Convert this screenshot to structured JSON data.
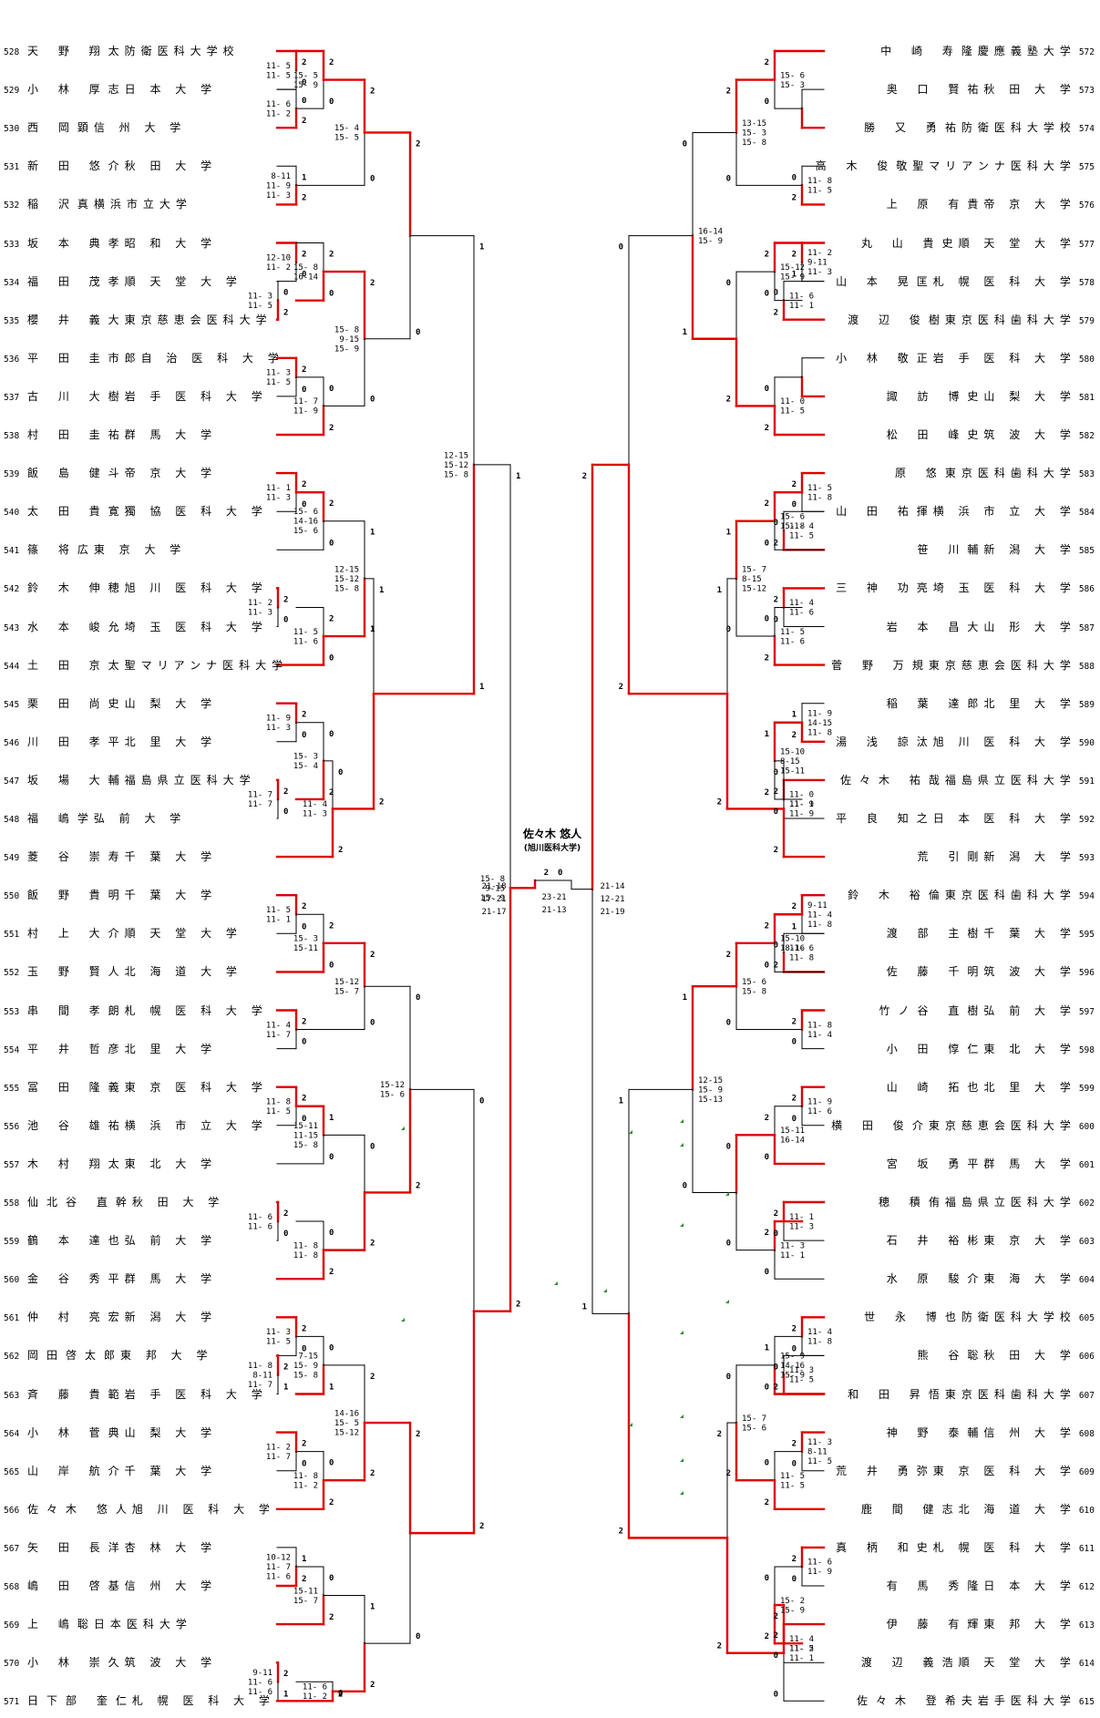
{
  "left_players": [
    {
      "no": "528",
      "name": "天 野 翔",
      "univ": "太防衛医科大学校"
    },
    {
      "no": "529",
      "name": "小 林 厚",
      "univ": "志日 本 大 学"
    },
    {
      "no": "530",
      "name": "西 岡",
      "univ": "顕信 州 大 学"
    },
    {
      "no": "531",
      "name": "新 田 悠",
      "univ": "介秋 田 大 学"
    },
    {
      "no": "532",
      "name": "稲 沢",
      "univ": "真横浜市立大学"
    },
    {
      "no": "533",
      "name": "坂 本 典",
      "univ": "孝昭 和 大 学"
    },
    {
      "no": "534",
      "name": "福 田 茂",
      "univ": "孝順 天 堂 大 学"
    },
    {
      "no": "535",
      "name": "櫻 井 義",
      "univ": "大東京慈恵会医科大学"
    },
    {
      "no": "536",
      "name": "平 田 圭",
      "univ": "市郎自 治 医 科 大 学"
    },
    {
      "no": "537",
      "name": "古 川 大",
      "univ": "樹岩 手 医 科 大 学"
    },
    {
      "no": "538",
      "name": "村 田 圭",
      "univ": "祐群 馬 大 学"
    },
    {
      "no": "539",
      "name": "飯 島 健",
      "univ": "斗帝 京 大 学"
    },
    {
      "no": "540",
      "name": "太 田 貴",
      "univ": "寛獨 協 医 科 大 学"
    },
    {
      "no": "541",
      "name": "篠 将",
      "univ": "広東 京 大 学"
    },
    {
      "no": "542",
      "name": "鈴 木 伸",
      "univ": "穂旭 川 医 科 大 学"
    },
    {
      "no": "543",
      "name": "水 本 峻",
      "univ": "允埼 玉 医 科 大 学"
    },
    {
      "no": "544",
      "name": "土 田 京",
      "univ": "太聖マリアンナ医科大学"
    },
    {
      "no": "545",
      "name": "栗 田 尚",
      "univ": "史山 梨 大 学"
    },
    {
      "no": "546",
      "name": "川 田 孝",
      "univ": "平北 里 大 学"
    },
    {
      "no": "547",
      "name": "坂 場 大",
      "univ": "輔福島県立医科大学"
    },
    {
      "no": "548",
      "name": "福 嶋",
      "univ": "学弘 前 大 学"
    },
    {
      "no": "549",
      "name": "菱 谷 崇",
      "univ": "寿千 葉 大 学"
    },
    {
      "no": "550",
      "name": "飯 野 貴",
      "univ": "明千 葉 大 学"
    },
    {
      "no": "551",
      "name": "村 上 大",
      "univ": "介順 天 堂 大 学"
    },
    {
      "no": "552",
      "name": "玉 野 賢",
      "univ": "人北 海 道 大 学"
    },
    {
      "no": "553",
      "name": "串 間 孝",
      "univ": "朗札 幌 医 科 大 学"
    },
    {
      "no": "554",
      "name": "平 井 哲",
      "univ": "彦北 里 大 学"
    },
    {
      "no": "555",
      "name": "冨 田 隆",
      "univ": "義東 京 医 科 大 学"
    },
    {
      "no": "556",
      "name": "池 谷 雄",
      "univ": "祐横 浜 市 立 大 学"
    },
    {
      "no": "557",
      "name": "木 村 翔",
      "univ": "太東 北 大 学"
    },
    {
      "no": "558",
      "name": "仙北谷 直",
      "univ": "幹秋 田 大 学"
    },
    {
      "no": "559",
      "name": "鶴 本 達",
      "univ": "也弘 前 大 学"
    },
    {
      "no": "560",
      "name": "金 谷 秀",
      "univ": "平群 馬 大 学"
    },
    {
      "no": "561",
      "name": "仲 村 亮",
      "univ": "宏新 潟 大 学"
    },
    {
      "no": "562",
      "name": "岡田啓太",
      "univ": "郎東 邦 大 学"
    },
    {
      "no": "563",
      "name": "斉 藤 貴",
      "univ": "範岩 手 医 科 大 学"
    },
    {
      "no": "564",
      "name": "小 林 菅",
      "univ": "典山 梨 大 学"
    },
    {
      "no": "565",
      "name": "山 岸 航",
      "univ": "介千 葉 大 学"
    },
    {
      "no": "566",
      "name": "佐々木 悠",
      "univ": "人旭 川 医 科 大 学"
    },
    {
      "no": "567",
      "name": "矢 田 長",
      "univ": "洋杏 林 大 学"
    },
    {
      "no": "568",
      "name": "嶋 田 啓",
      "univ": "基信 州 大 学"
    },
    {
      "no": "569",
      "name": "上 嶋",
      "univ": "聡日本医科大学"
    },
    {
      "no": "570",
      "name": "小 林 崇",
      "univ": "久筑 波 大 学"
    },
    {
      "no": "571",
      "name": "日下部 奎",
      "univ": "仁札 幌 医 科 大 学"
    }
  ],
  "right_players": [
    {
      "no": "572",
      "name": "中 崎 寿",
      "univ": "隆慶應義塾大学"
    },
    {
      "no": "573",
      "name": "奥 口 賢",
      "univ": "祐秋 田 大 学"
    },
    {
      "no": "574",
      "name": "勝 又 勇",
      "univ": "祐防衛医科大学校"
    },
    {
      "no": "575",
      "name": "高 木 俊",
      "univ": "敬聖マリアンナ医科大学"
    },
    {
      "no": "576",
      "name": "上 原 有",
      "univ": "貴帝 京 大 学"
    },
    {
      "no": "577",
      "name": "丸 山 貴",
      "univ": "史順 天 堂 大 学"
    },
    {
      "no": "578",
      "name": "山 本 晃",
      "univ": "匡札 幌 医 科 大 学"
    },
    {
      "no": "579",
      "name": "渡 辺 俊",
      "univ": "樹東京医科歯科大学"
    },
    {
      "no": "580",
      "name": "小 林 敬",
      "univ": "正岩 手 医 科 大 学"
    },
    {
      "no": "581",
      "name": "諏 訪 博",
      "univ": "史山 梨 大 学"
    },
    {
      "no": "582",
      "name": "松 田 峰",
      "univ": "史筑 波 大 学"
    },
    {
      "no": "583",
      "name": "原 悠",
      "univ": "東京医科歯科大学"
    },
    {
      "no": "584",
      "name": "山 田 祐",
      "univ": "揮横 浜 市 立 大 学"
    },
    {
      "no": "585",
      "name": "笹 川",
      "univ": "輔新 潟 大 学"
    },
    {
      "no": "586",
      "name": "三 神 功",
      "univ": "亮埼 玉 医 科 大 学"
    },
    {
      "no": "587",
      "name": "岩 本 昌",
      "univ": "大山 形 大 学"
    },
    {
      "no": "588",
      "name": "菅 野 万",
      "univ": "規東京慈恵会医科大学"
    },
    {
      "no": "589",
      "name": "稲 葉 達",
      "univ": "郎北 里 大 学"
    },
    {
      "no": "590",
      "name": "湯 浅 諒",
      "univ": "汰旭 川 医 科 大 学"
    },
    {
      "no": "591",
      "name": "佐々木 祐",
      "univ": "哉福島県立医科大学"
    },
    {
      "no": "592",
      "name": "平 良 知",
      "univ": "之日 本 医 科 大 学"
    },
    {
      "no": "593",
      "name": "荒 引",
      "univ": "剛新 潟 大 学"
    },
    {
      "no": "594",
      "name": "鈴 木 裕",
      "univ": "倫東京医科歯科大学"
    },
    {
      "no": "595",
      "name": "渡 部 主",
      "univ": "樹千 葉 大 学"
    },
    {
      "no": "596",
      "name": "佐 藤 千",
      "univ": "明筑 波 大 学"
    },
    {
      "no": "597",
      "name": "竹ノ谷 直",
      "univ": "樹弘 前 大 学"
    },
    {
      "no": "598",
      "name": "小 田 惇",
      "univ": "仁東 北 大 学"
    },
    {
      "no": "599",
      "name": "山 崎 拓",
      "univ": "也北 里 大 学"
    },
    {
      "no": "600",
      "name": "横 田 俊",
      "univ": "介東京慈恵会医科大学"
    },
    {
      "no": "601",
      "name": "宮 坂 勇",
      "univ": "平群 馬 大 学"
    },
    {
      "no": "602",
      "name": "穂 積",
      "univ": "侑福島県立医科大学"
    },
    {
      "no": "603",
      "name": "石 井 裕",
      "univ": "彬東 京 大 学"
    },
    {
      "no": "604",
      "name": "水 原 駿",
      "univ": "介東 海 大 学"
    },
    {
      "no": "605",
      "name": "世 永 博",
      "univ": "也防衛医科大学校"
    },
    {
      "no": "606",
      "name": "熊 谷",
      "univ": "聡秋 田 大 学"
    },
    {
      "no": "607",
      "name": "和 田 昇",
      "univ": "悟東京医科歯科大学"
    },
    {
      "no": "608",
      "name": "神 野 泰",
      "univ": "輔信 州 大 学"
    },
    {
      "no": "609",
      "name": "荒 井 勇",
      "univ": "弥東 京 医 科 大 学"
    },
    {
      "no": "610",
      "name": "鹿 間 健",
      "univ": "志北 海 道 大 学"
    },
    {
      "no": "611",
      "name": "真 柄 和",
      "univ": "史札 幌 医 科 大 学"
    },
    {
      "no": "612",
      "name": "有 馬 秀",
      "univ": "隆日 本 大 学"
    },
    {
      "no": "613",
      "name": "伊 藤 有",
      "univ": "輝東 邦 大 学"
    },
    {
      "no": "614",
      "name": "渡 辺 義",
      "univ": "浩順 天 堂 大 学"
    },
    {
      "no": "615",
      "name": "佐々木 登",
      "univ": "希夫岩手医科大学"
    }
  ],
  "champion": {
    "name": "佐々木 悠人",
    "university": "(旭川医科大学)"
  },
  "final": {
    "left_scores": [
      "21-18",
      "17-21",
      "21-17"
    ],
    "right_scores": [
      "21-14",
      "12-21",
      "21-19"
    ],
    "left_sets": "2",
    "right_sets": "0",
    "center_scores": [
      "23-21",
      "21-13"
    ]
  },
  "match_labels": {
    "L1": [
      "11- 5",
      "11- 5"
    ],
    "L2": [
      "11- 6",
      "11- 2"
    ],
    "L3": [
      "15- 5",
      "15- 9"
    ],
    "L4": [
      "8-11",
      "11- 9",
      "11- 3"
    ],
    "L5": [
      "15- 4",
      "15- 5"
    ],
    "L6": [
      "12-10",
      "11- 2"
    ],
    "L7": [
      "11- 3",
      "11- 5"
    ],
    "L8": [
      "15- 8",
      "16-14"
    ],
    "L9": [
      "11- 3",
      "11- 5"
    ],
    "L10": [
      "11- 7",
      "11- 9"
    ],
    "L11": [
      "15- 8",
      "9-15",
      "15- 9"
    ],
    "L12": [
      "11- 1",
      "11- 3"
    ],
    "L13": [
      "15- 6",
      "14-16",
      "15- 6"
    ],
    "L14": [
      "11- 2",
      "11- 3"
    ],
    "L15": [
      "11- 5",
      "11- 6"
    ],
    "L16": [
      "12-15",
      "15-12",
      "15- 8"
    ],
    "L17": [
      "11- 9",
      "11- 3"
    ],
    "L18": [
      "15- 3",
      "15- 4"
    ],
    "L19": [
      "11- 7",
      "11- 7"
    ],
    "L20": [
      "11- 4",
      "11- 3"
    ],
    "L21": [
      "11- 5",
      "11- 1"
    ],
    "L22": [
      "15- 3",
      "15-11"
    ],
    "L23": [
      "11- 4",
      "11- 7"
    ],
    "L24": [
      "15-12",
      "15- 7"
    ],
    "L25": [
      "11- 8",
      "11- 5"
    ],
    "L26": [
      "15-11",
      "11-15",
      "15- 8"
    ],
    "L27": [
      "11- 6",
      "11- 6"
    ],
    "L28": [
      "11- 8",
      "11- 8"
    ],
    "L29": [
      "15-12",
      "15- 6"
    ],
    "L30": [
      "11- 3",
      "11- 5"
    ],
    "L31": [
      "11- 8",
      "8-11",
      "11- 7"
    ],
    "L32": [
      "7-15",
      "15- 9",
      "15- 8"
    ],
    "L33": [
      "11- 2",
      "11- 7"
    ],
    "L34": [
      "11- 8",
      "11- 2"
    ],
    "L35": [
      "14-16",
      "15- 5",
      "15-12"
    ],
    "L36": [
      "10-12",
      "11- 7",
      "11- 6"
    ],
    "L37": [
      "15-11",
      "15- 7"
    ],
    "L38": [
      "9-11",
      "11- 6",
      "11- 6"
    ],
    "L39": [
      "11- 6",
      "11- 2"
    ],
    "R1": [
      "15- 6",
      "15- 3"
    ],
    "R2": [
      "11- 8",
      "11- 5"
    ],
    "R3": [
      "13-15",
      "15- 3",
      "15- 8"
    ],
    "R4": [
      "11- 2",
      "9-11",
      "11- 3"
    ],
    "R5": [
      "11- 6",
      "11- 1"
    ],
    "R6": [
      "15-12",
      "15- 9"
    ],
    "R7": [
      "11- 0",
      "11- 5"
    ],
    "R8": [
      "16-14",
      "15- 9"
    ],
    "R9": [
      "11- 5",
      "11- 8"
    ],
    "R10": [
      "11- 4",
      "11- 5"
    ],
    "R11": [
      "15- 6",
      "15- 8"
    ],
    "R12": [
      "11- 4",
      "11- 6"
    ],
    "R13": [
      "11- 5",
      "11- 6"
    ],
    "R14": [
      "15- 7",
      "8-15",
      "15-12"
    ],
    "R15": [
      "11- 9",
      "14-15",
      "11- 8"
    ],
    "R16": [
      "15-10",
      "8-15",
      "15-11"
    ],
    "R17": [
      "11- 0",
      "11- 1"
    ],
    "R18": [
      "11- 9",
      "11- 9"
    ],
    "R19": [
      "9-11",
      "11- 4",
      "11- 8"
    ],
    "R20": [
      "11- 6",
      "11- 8"
    ],
    "R21": [
      "15-10",
      "18-16"
    ],
    "R22": [
      "11- 8",
      "11- 4"
    ],
    "R23": [
      "15- 6",
      "15- 8"
    ],
    "R24": [
      "11- 9",
      "11- 6"
    ],
    "R25": [
      "15-11",
      "16-14"
    ],
    "R26": [
      "11- 1",
      "11- 3"
    ],
    "R27": [
      "11- 3",
      "11- 1"
    ],
    "R28": [
      "12-15",
      "15- 9",
      "15-13"
    ],
    "R29": [
      "11- 4",
      "11- 8"
    ],
    "R30": [
      "11- 3",
      "11- 5"
    ],
    "R31": [
      "15- 9",
      "14-16",
      "15- 9"
    ],
    "R32": [
      "11- 3",
      "8-11",
      "11- 5"
    ],
    "R33": [
      "11- 5",
      "11- 5"
    ],
    "R34": [
      "15- 7",
      "15- 6"
    ],
    "R35": [
      "11- 6",
      "11- 9"
    ],
    "R36": [
      "15- 2",
      "15- 9"
    ],
    "R37": [
      "11- 4",
      "11- 5"
    ],
    "R38": [
      "11- 2",
      "11- 1"
    ]
  },
  "colors": {
    "win": "#e00000",
    "line": "#000000",
    "mark": "#2e8b2e"
  }
}
